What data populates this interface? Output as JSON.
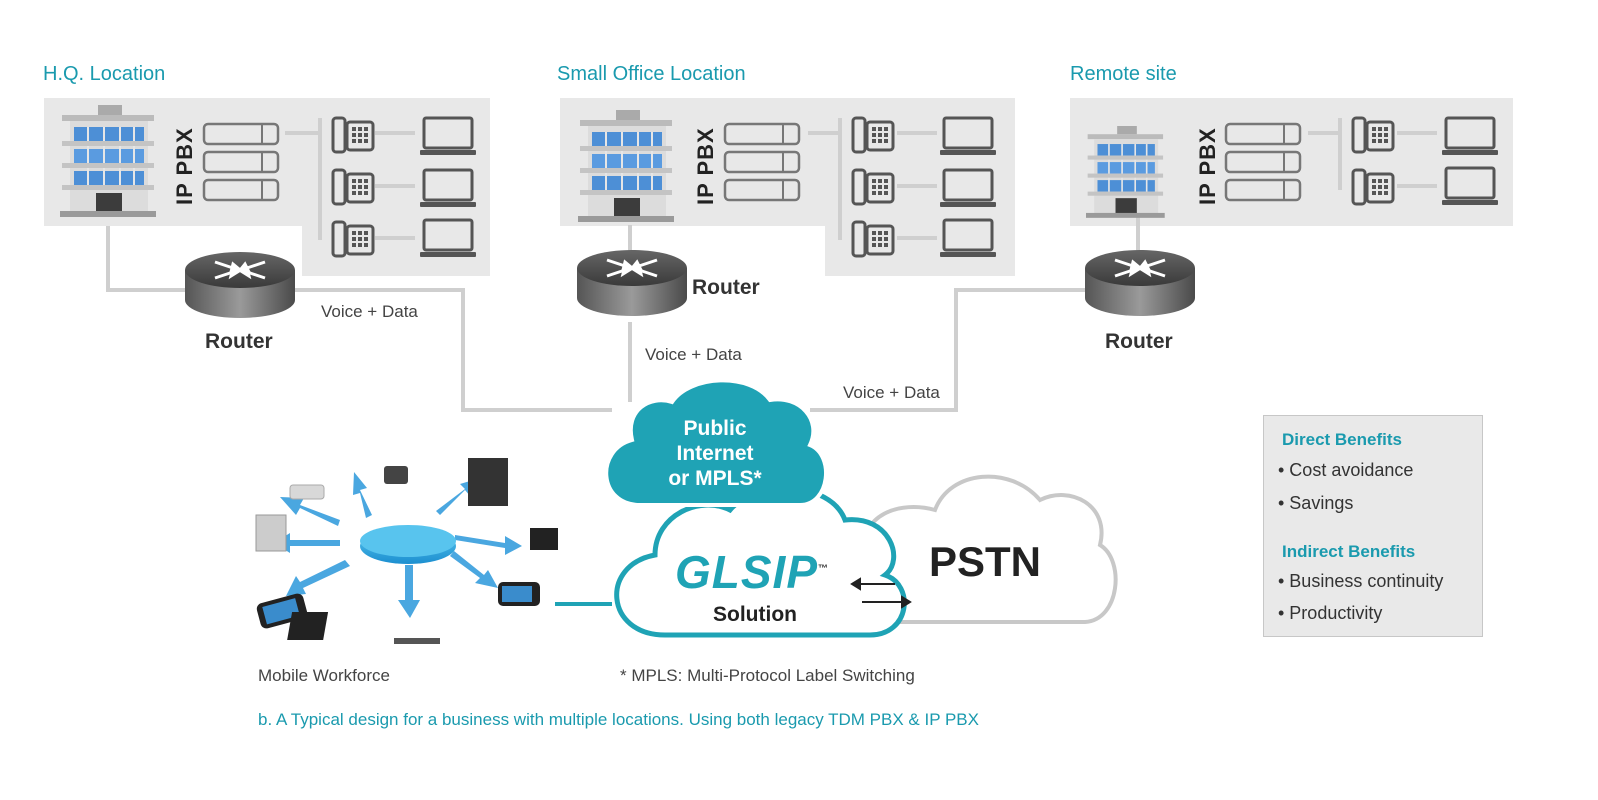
{
  "locations": [
    {
      "title": "H.Q. Location",
      "pbx_label": "IP PBX",
      "router_label": "Router"
    },
    {
      "title": "Small Office Location",
      "pbx_label": "IP PBX",
      "router_label": "Router"
    },
    {
      "title": "Remote site",
      "pbx_label": "IP PBX",
      "router_label": "Router"
    }
  ],
  "links": {
    "hq": "Voice + Data",
    "small": "Voice + Data",
    "remote": "Voice + Data"
  },
  "clouds": {
    "internet": [
      "Public",
      "Internet",
      "or MPLS*"
    ],
    "glsip_logo": "GLSIP",
    "glsip_tm": "™",
    "glsip_sub": "Solution",
    "pstn": "PSTN"
  },
  "mobile_label": "Mobile Workforce",
  "mpls_note": "* MPLS: Multi-Protocol Label Switching",
  "caption": "b. A Typical design for a business with multiple locations.  Using both legacy TDM PBX & IP PBX",
  "benefits": {
    "direct_title": "Direct Benefits",
    "direct_items": [
      "• Cost avoidance",
      "• Savings"
    ],
    "indirect_title": "Indirect Benefits",
    "indirect_items": [
      "• Business continuity",
      "• Productivity"
    ]
  },
  "colors": {
    "teal": "#1a9aae",
    "cloud_teal": "#1fa3b5",
    "panel_gray": "#e8e8e8",
    "icon_gray": "#555555"
  }
}
